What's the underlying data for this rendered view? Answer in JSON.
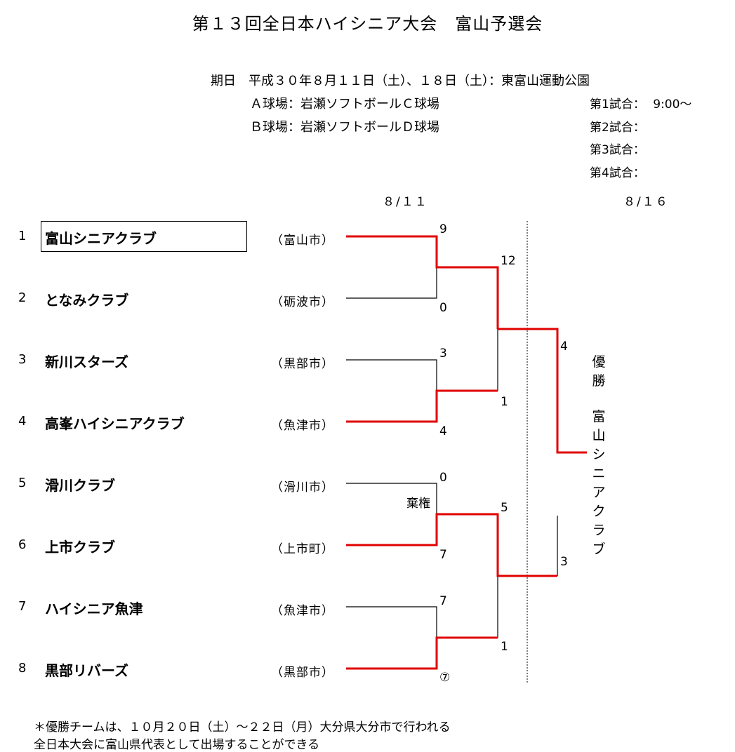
{
  "title": "第１３回全日本ハイシニア大会　富山予選会",
  "info": {
    "date_line": "期日　平成３０年８月１１日（土）、１８日（土）：東富山運動公園",
    "field_a": "Ａ球場：岩瀬ソフトボールＣ球場",
    "field_b": "Ｂ球場：岩瀬ソフトボールＤ球場"
  },
  "schedule": [
    {
      "label": "第1試合：",
      "time": "9:00～"
    },
    {
      "label": "第2試合：",
      "time": ""
    },
    {
      "label": "第3試合：",
      "time": ""
    },
    {
      "label": "第4試合：",
      "time": ""
    }
  ],
  "round_dates": [
    "８/１１",
    "８/１６"
  ],
  "teams": [
    {
      "seed": "1",
      "name": "富山シニアクラブ",
      "city": "（富山市）"
    },
    {
      "seed": "2",
      "name": "となみクラブ",
      "city": "（砺波市）"
    },
    {
      "seed": "3",
      "name": "新川スターズ",
      "city": "（黒部市）"
    },
    {
      "seed": "4",
      "name": "高峯ハイシニアクラブ",
      "city": "（魚津市）"
    },
    {
      "seed": "5",
      "name": "滑川クラブ",
      "city": "（滑川市）"
    },
    {
      "seed": "6",
      "name": "上市クラブ",
      "city": "（上市町）"
    },
    {
      "seed": "7",
      "name": "ハイシニア魚津",
      "city": "（魚津市）"
    },
    {
      "seed": "8",
      "name": "黒部リバーズ",
      "city": "（黒部市）"
    }
  ],
  "scores": {
    "r1": [
      "9",
      "0",
      "3",
      "4",
      "0",
      "7",
      "7",
      "⑦"
    ],
    "r2": [
      "12",
      "1",
      "5",
      "1"
    ],
    "final": [
      "4",
      "3"
    ],
    "forfeit": "棄権"
  },
  "champion": {
    "label": [
      "優",
      "勝"
    ],
    "name": [
      "富",
      "山",
      "シ",
      "ニ",
      "ア",
      "ク",
      "ラ",
      "ブ"
    ]
  },
  "notes": [
    "＊優勝チームは、１０月２０日（土）～２２日（月）大分県大分市で行われる",
    "全日本大会に富山県代表として出場することができる"
  ],
  "colors": {
    "winner_line": "#e00000",
    "line": "#000000"
  }
}
